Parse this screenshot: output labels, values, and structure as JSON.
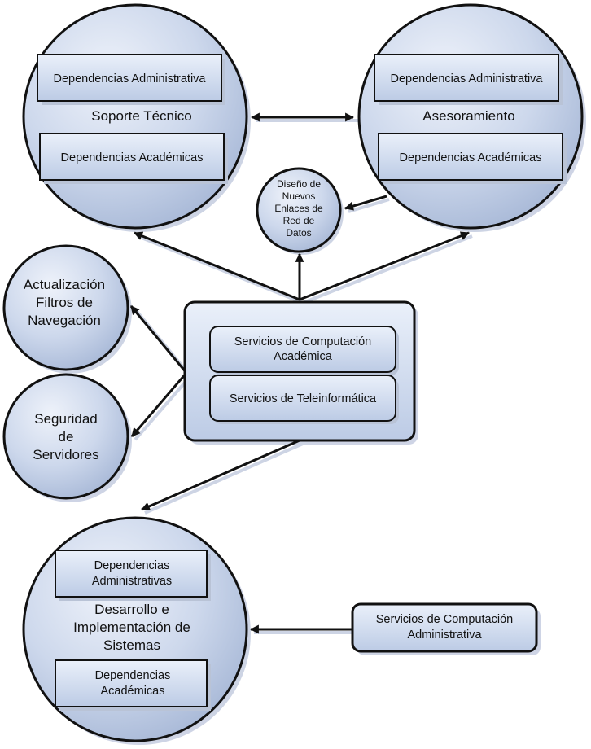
{
  "colors": {
    "fill_light": "#e9eef8",
    "fill_dark": "#a9bad8",
    "stroke": "#111111",
    "shadow": "#c5cde0"
  },
  "nodes": {
    "soporte": {
      "title": "Soporte Técnico",
      "box_admin": "Dependencias Administrativa",
      "box_acad": "Dependencias Académicas"
    },
    "asesoramiento": {
      "title": "Asesoramiento",
      "box_admin": "Dependencias Administrativa",
      "box_acad": "Dependencias Académicas"
    },
    "diseno": {
      "lines": [
        "Diseño de",
        "Nuevos",
        "Enlaces de",
        "Red de",
        "Datos"
      ]
    },
    "actualizacion": {
      "lines": [
        "Actualización",
        "Filtros de",
        "Navegación"
      ]
    },
    "seguridad": {
      "lines": [
        "Seguridad",
        "de",
        "Servidores"
      ]
    },
    "central": {
      "computacion": [
        "Servicios de Computación",
        "Académica"
      ],
      "teleinformatica": "Servicios de Teleinformática"
    },
    "desarrollo": {
      "title_lines": [
        "Desarrollo e",
        "Implementación de",
        "Sistemas"
      ],
      "box_admin": [
        "Dependencias",
        "Administrativas"
      ],
      "box_acad": [
        "Dependencias",
        "Académicas"
      ]
    },
    "comp_admin": {
      "lines": [
        "Servicios de Computación",
        "Administrativa"
      ]
    }
  }
}
